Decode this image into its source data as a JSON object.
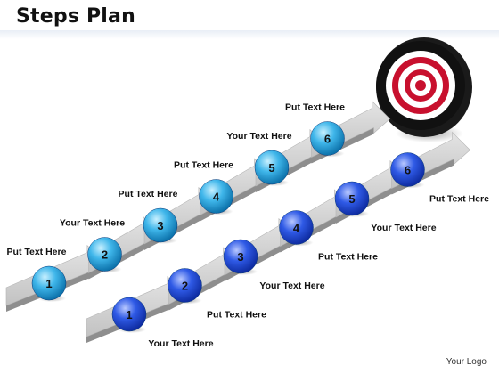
{
  "title": "Steps Plan",
  "logo": "Your Logo",
  "colors": {
    "arrow_top": "#d4d4d4",
    "arrow_side": "#8e8e8e",
    "ball_cyan": "#1fa4e0",
    "ball_blue": "#1d44d8",
    "target_red": "#c8102e",
    "target_black": "#111111"
  },
  "target_icon": "bullseye-target",
  "upper_steps": [
    {
      "number": "1",
      "label": "Put Text Here"
    },
    {
      "number": "2",
      "label": "Your Text Here"
    },
    {
      "number": "3",
      "label": "Put Text Here"
    },
    {
      "number": "4",
      "label": "Put Text Here"
    },
    {
      "number": "5",
      "label": "Your Text Here"
    },
    {
      "number": "6",
      "label": "Put Text Here"
    }
  ],
  "lower_steps": [
    {
      "number": "1",
      "label": "Your Text Here"
    },
    {
      "number": "2",
      "label": "Put Text Here"
    },
    {
      "number": "3",
      "label": "Your Text Here"
    },
    {
      "number": "4",
      "label": "Put Text Here"
    },
    {
      "number": "5",
      "label": "Your Text Here"
    },
    {
      "number": "6",
      "label": "Put Text Here"
    }
  ]
}
